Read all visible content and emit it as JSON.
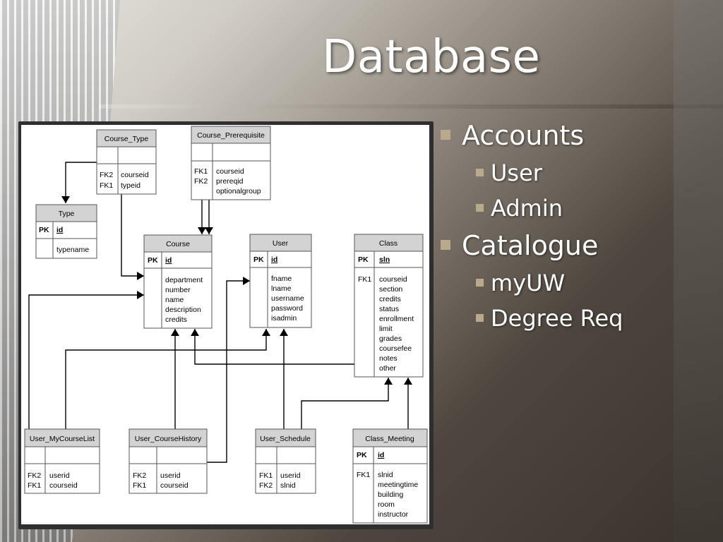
{
  "slide": {
    "title": "Database"
  },
  "bullets": [
    {
      "label": "Accounts",
      "children": [
        "User",
        "Admin"
      ]
    },
    {
      "label": "Catalogue",
      "children": [
        "myUW",
        "Degree Req"
      ]
    }
  ],
  "diagram": {
    "tables": {
      "course_type": {
        "name": "Course_Type",
        "keys": [
          "",
          "FK2",
          "FK1"
        ],
        "fields": [
          "",
          "courseid",
          "typeid"
        ]
      },
      "course_prerequisite": {
        "name": "Course_Prerequisite",
        "keys": [
          "",
          "FK1",
          "FK2"
        ],
        "fields": [
          "",
          "courseid",
          "prereqid",
          "optionalgroup"
        ]
      },
      "type": {
        "name": "Type",
        "keys": [
          "PK"
        ],
        "pk": "id",
        "fields": [
          "typename"
        ]
      },
      "course": {
        "name": "Course",
        "keys": [
          "PK"
        ],
        "pk": "id",
        "fields": [
          "department",
          "number",
          "name",
          "description",
          "credits"
        ]
      },
      "user": {
        "name": "User",
        "keys": [
          "PK"
        ],
        "pk": "id",
        "fields": [
          "fname",
          "lname",
          "username",
          "password",
          "isadmin"
        ]
      },
      "class": {
        "name": "Class",
        "keys": [
          "PK",
          "FK1"
        ],
        "pk": "sln",
        "fields": [
          "courseid",
          "section",
          "credits",
          "status",
          "enrollment",
          "limit",
          "grades",
          "coursefee",
          "notes",
          "other"
        ]
      },
      "user_mycourselist": {
        "name": "User_MyCourseList",
        "keys": [
          "FK2",
          "FK1"
        ],
        "fields": [
          "userid",
          "courseid"
        ]
      },
      "user_coursehistory": {
        "name": "User_CourseHistory",
        "keys": [
          "FK2",
          "FK1"
        ],
        "fields": [
          "userid",
          "courseid"
        ]
      },
      "user_schedule": {
        "name": "User_Schedule",
        "keys": [
          "FK1",
          "FK2"
        ],
        "fields": [
          "userid",
          "slnid"
        ]
      },
      "class_meeting": {
        "name": "Class_Meeting",
        "keys": [
          "PK",
          "FK1"
        ],
        "pk": "id",
        "fields": [
          "slnid",
          "meetingtime",
          "building",
          "room",
          "instructor"
        ]
      }
    }
  }
}
